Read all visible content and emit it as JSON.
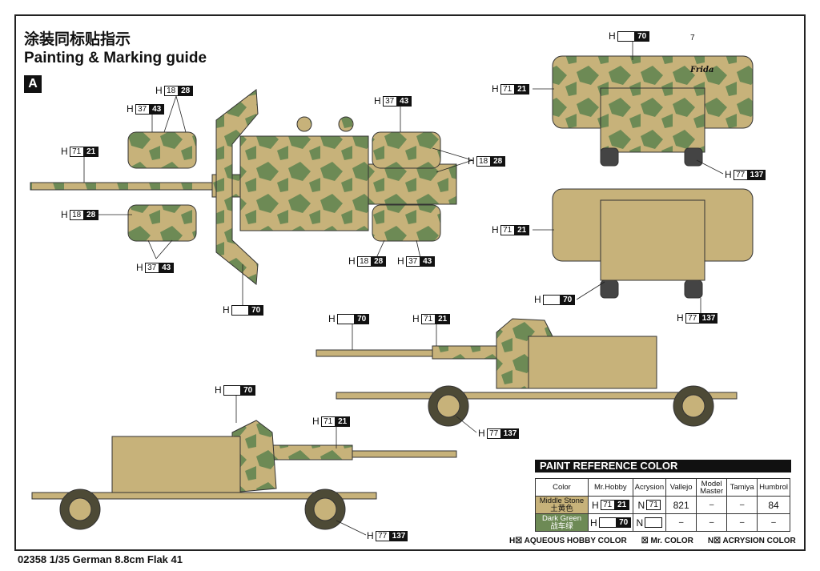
{
  "header": {
    "title_cn": "涂装同标贴指示",
    "title_en": "Painting & Marking guide",
    "section_badge": "A"
  },
  "footer": {
    "product": "02358 1/35 German 8.8cm Flak 41"
  },
  "marking_text": {
    "number": "7",
    "name": "Frida"
  },
  "callout_prefix": "H",
  "codes": {
    "c18": "18",
    "c28": "28",
    "c37": "37",
    "c43": "43",
    "c71": "71",
    "c21": "21",
    "c70": "70",
    "c77": "77",
    "c137": "137"
  },
  "paint_table": {
    "heading": "PAINT  REFERENCE COLOR",
    "columns": [
      "Color",
      "Mr.Hobby",
      "Acrysion",
      "Vallejo",
      "Model Master",
      "Tamiya",
      "Humbrol"
    ],
    "rows": [
      {
        "color_en": "Middle Stone",
        "color_cn": "土黄色",
        "hobby_prefix": "H",
        "hobby_code1": "71",
        "hobby_code2": "21",
        "acry_prefix": "N",
        "acry_code": "71",
        "vallejo": "821",
        "model_master": "–",
        "tamiya": "–",
        "humbrol": "84"
      },
      {
        "color_en": "Dark Green",
        "color_cn": "战车绿",
        "hobby_prefix": "H",
        "hobby_code1": "",
        "hobby_code2": "70",
        "acry_prefix": "N",
        "acry_code": "",
        "vallejo": "–",
        "model_master": "–",
        "tamiya": "–",
        "humbrol": "–"
      }
    ]
  },
  "legend": {
    "aqueous": "H☒ AQUEOUS HOBBY COLOR",
    "mr": "☒ Mr. COLOR",
    "acrysion": "N☒ ACRYSION COLOR"
  },
  "colors": {
    "stone": "#c7b27a",
    "green": "#6d8a55",
    "dark": "#111111"
  }
}
